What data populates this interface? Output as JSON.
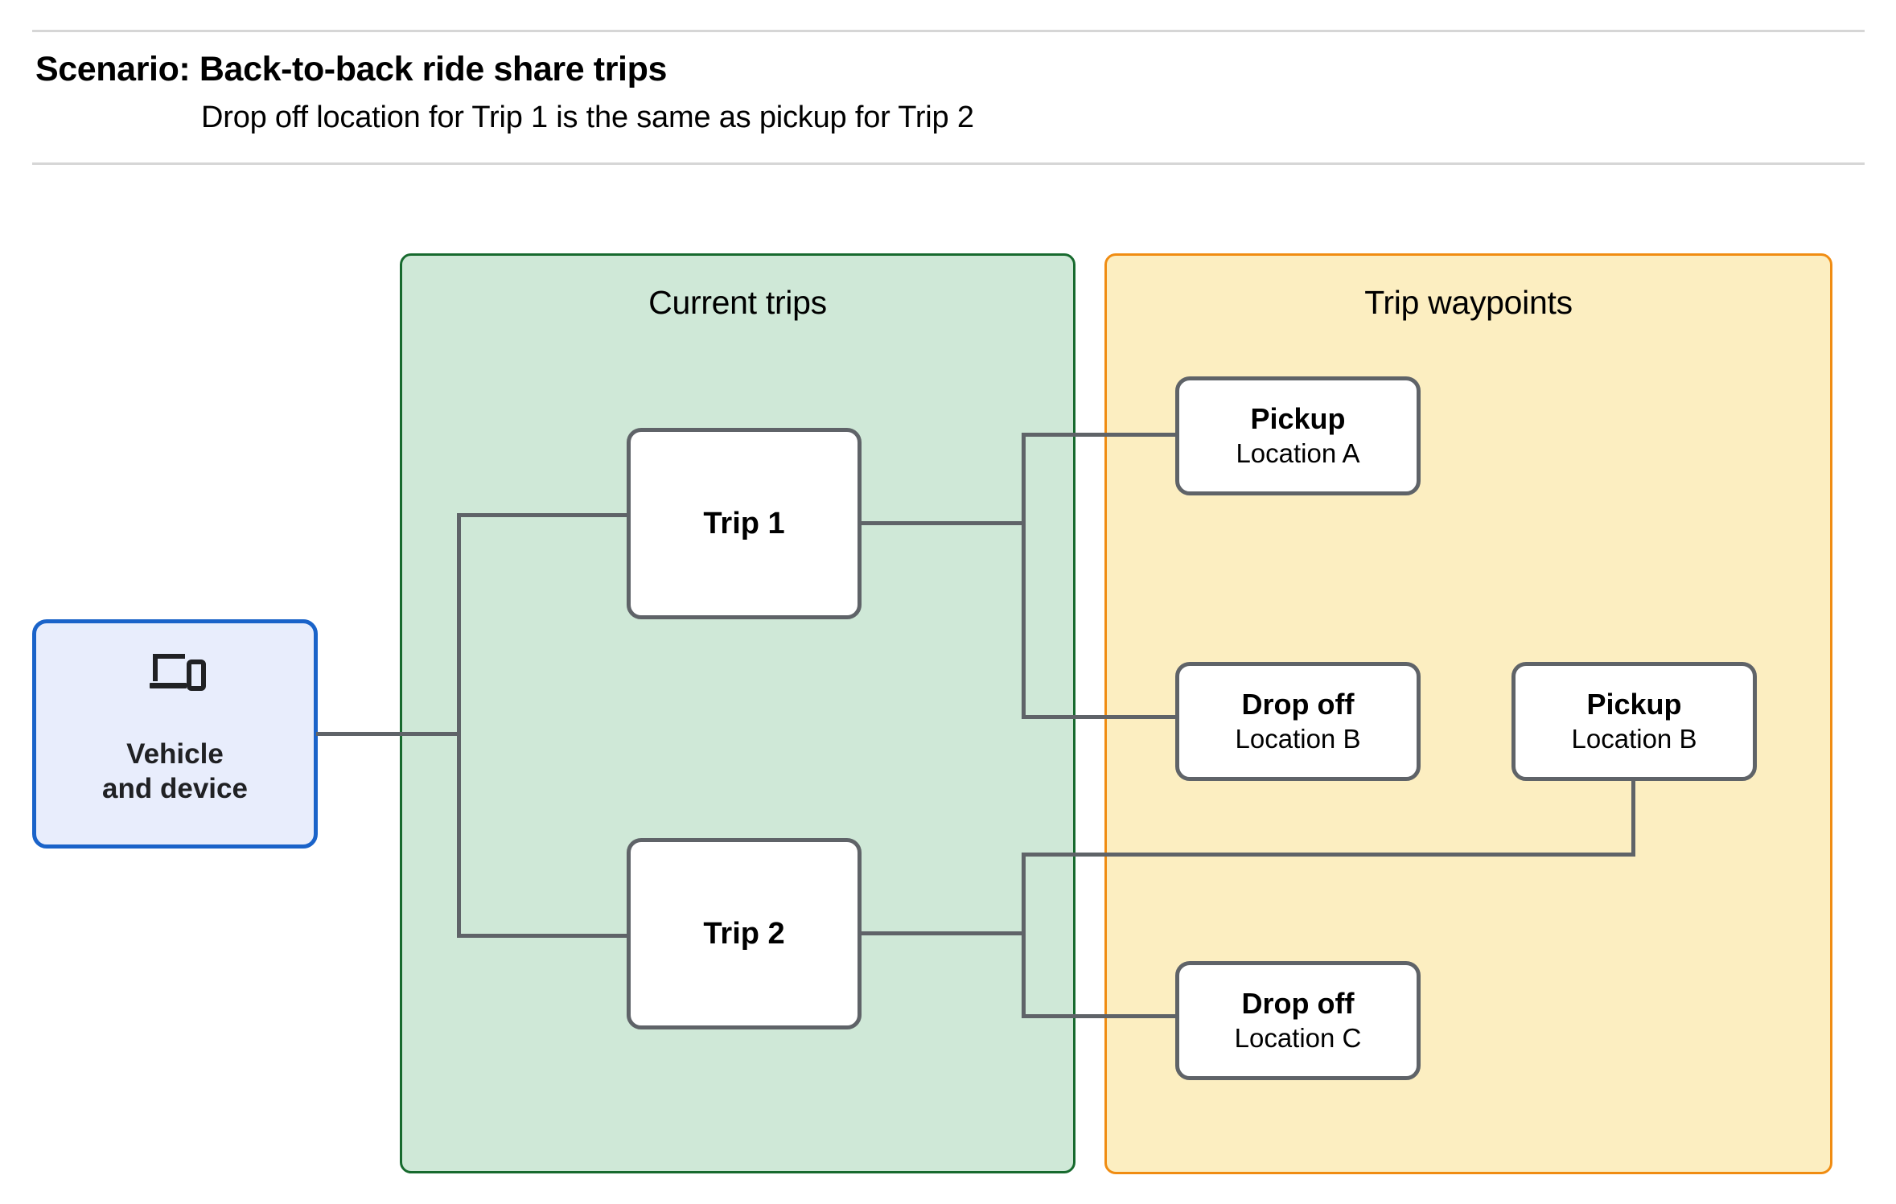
{
  "header": {
    "title": "Scenario: Back-to-back ride share trips",
    "subtitle": "Drop off  location for Trip 1 is the same as pickup for Trip 2"
  },
  "groups": {
    "current_trips": {
      "title": "Current trips",
      "fill": "#cfe8d7",
      "border": "#176a2e"
    },
    "trip_waypoints": {
      "title": "Trip waypoints",
      "fill": "#fceec1",
      "border": "#f08c12"
    }
  },
  "vehicle": {
    "label": "Vehicle\nand device",
    "icon": "devices-icon",
    "fill": "#e8edfc",
    "border": "#1a63c9"
  },
  "trips": [
    {
      "label": "Trip 1"
    },
    {
      "label": "Trip 2"
    }
  ],
  "waypoints": [
    {
      "type": "Pickup",
      "location": "Location A"
    },
    {
      "type": "Drop off",
      "location": "Location B"
    },
    {
      "type": "Pickup",
      "location": "Location B"
    },
    {
      "type": "Drop off",
      "location": "Location C"
    }
  ],
  "connector_color": "#5f6368"
}
